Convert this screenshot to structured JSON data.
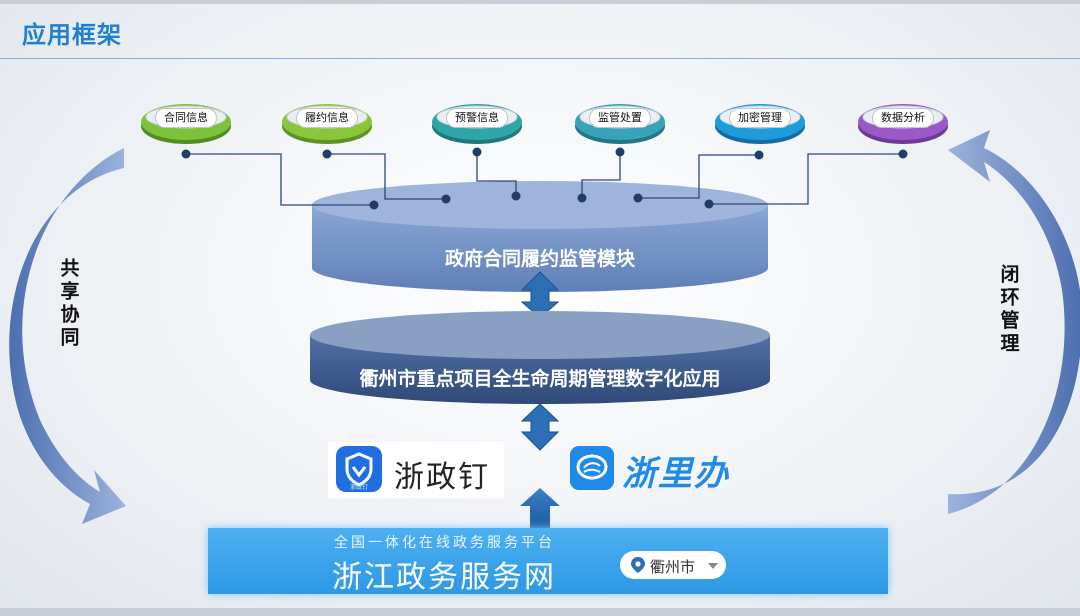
{
  "page": {
    "title": "应用框架"
  },
  "side_labels": {
    "left": "共享协同",
    "right": "闭环管理"
  },
  "modules": [
    {
      "label": "合同信息",
      "color": "#7cc23a",
      "dark": "#4f8f22"
    },
    {
      "label": "履约信息",
      "color": "#8ac63a",
      "dark": "#5c9424"
    },
    {
      "label": "预警信息",
      "color": "#2ea6a8",
      "dark": "#1c7a7c"
    },
    {
      "label": "监管处置",
      "color": "#38a3b8",
      "dark": "#237688"
    },
    {
      "label": "加密管理",
      "color": "#1e9bd8",
      "dark": "#136fa3"
    },
    {
      "label": "数据分析",
      "color": "#9a58c8",
      "dark": "#6e3a98"
    }
  ],
  "layers": {
    "supervision_module": "政府合同履约监管模块",
    "base_application": "衢州市重点项目全生命周期管理数字化应用"
  },
  "platforms": {
    "zzd": {
      "name": "浙政钉",
      "icon_caption": "浙政钉"
    },
    "zlb": {
      "name": "浙里办"
    }
  },
  "portal": {
    "subtitle": "全国一体化在线政务服务平台",
    "title": "浙江政务服务网",
    "city": "衢州市"
  },
  "colors": {
    "title_blue": "#1f7fd0",
    "disk_top_layer": "#6f8fc4",
    "disk_base_layer": "#3d5d8f",
    "arrow_blue": "#6e8fc6",
    "connector": "#1f3d66"
  }
}
